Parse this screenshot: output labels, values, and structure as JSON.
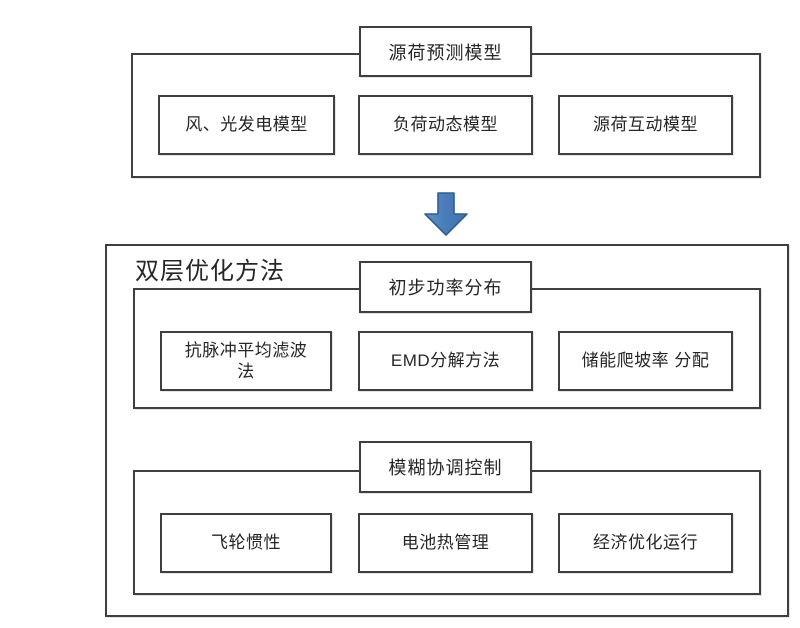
{
  "diagram": {
    "type": "block-hierarchy-flowchart",
    "accent_color": "#4a7ebb",
    "line_color": "#3f3f3f",
    "text_color": "#262626",
    "background": "#ffffff",
    "sections": [
      {
        "id": "source-load-forecast",
        "banner": "源荷预测模型",
        "heading": "",
        "items": [
          "风、光发电模型",
          "负荷动态模型",
          "源荷互动模型"
        ]
      },
      {
        "id": "bilevel-optimization",
        "heading": "双层优化方法",
        "subsections": [
          {
            "id": "preliminary-power-distribution",
            "banner": "初步功率分布",
            "items": [
              "抗脉冲平均滤波\n法",
              "EMD分解方法",
              "储能爬坡率 分配"
            ]
          },
          {
            "id": "fuzzy-coordinated-control",
            "banner": "模糊协调控制",
            "items": [
              "飞轮惯性",
              "电池热管理",
              "经济优化运行"
            ]
          }
        ]
      }
    ],
    "connector": {
      "name": "down-arrow",
      "direction": "down",
      "color": "#4a7ebb",
      "stroke": "#2e5f91"
    }
  }
}
